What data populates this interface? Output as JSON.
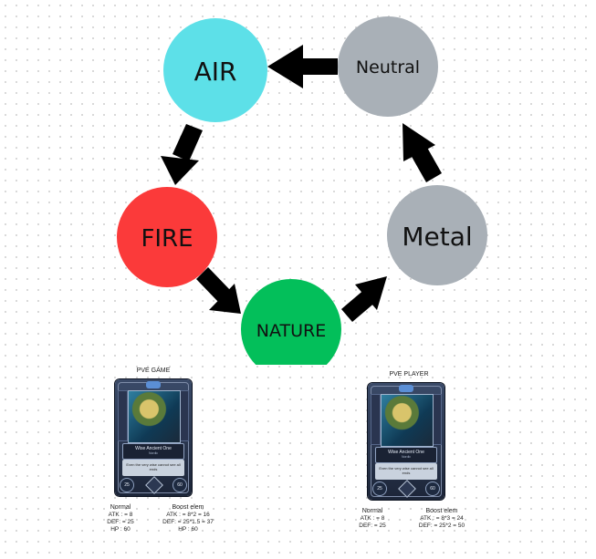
{
  "nodes": {
    "air": {
      "label": "AIR",
      "color": "#5de0e8"
    },
    "neutral": {
      "label": "Neutral",
      "color": "#a9b0b7"
    },
    "fire": {
      "label": "FIRE",
      "color": "#fb3a3a"
    },
    "metal": {
      "label": "Metal",
      "color": "#a9b0b7"
    },
    "nature": {
      "label": "NATURE",
      "color": "#03bf5a"
    }
  },
  "cards": {
    "left": {
      "title": "PVE GAME",
      "card_name": "Wise Ancient One",
      "card_sub": "Nordic",
      "card_desc": "Even the very wise cannot see all ends",
      "stat_left": "25",
      "stat_right": "60",
      "normal": {
        "head": "Normal",
        "atk": "ATK : = 8",
        "def": "DEF: = 25",
        "hp": "HP : 60"
      },
      "boost": {
        "head": "Boost elem",
        "atk": "ATK : = 8*2 = 16",
        "def": "DEF: = 25*1.5 = 37",
        "hp": "HP : 60"
      }
    },
    "right": {
      "title": "PVE PLAYER",
      "card_name": "Wise Ancient One",
      "card_sub": "Nordic",
      "card_desc": "Even the very wise cannot see all ends",
      "stat_left": "25",
      "stat_right": "60",
      "normal": {
        "head": "Normal",
        "atk": "ATK : = 8",
        "def": "DEF: = 25"
      },
      "boost": {
        "head": "Boost elem",
        "atk": "ATK : = 8*3 = 24",
        "def": "DEF: = 25*2 = 50"
      }
    }
  }
}
